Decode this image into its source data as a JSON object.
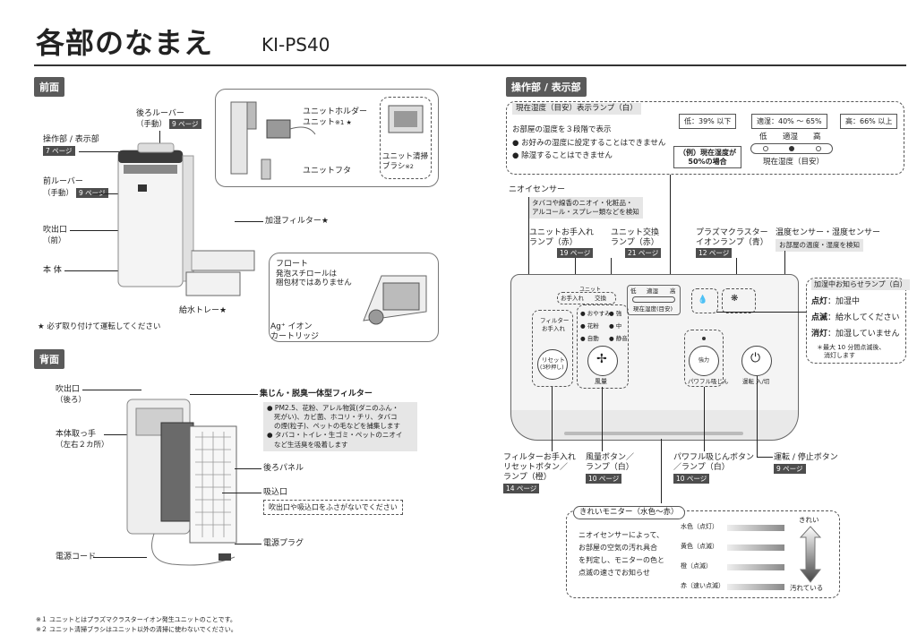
{
  "title": "各部のなまえ",
  "model": "KI-PS40",
  "front": {
    "header": "前面",
    "rear_louver": "後ろルーバー",
    "rear_louver_sub": "（手動）",
    "rear_louver_page": "9 ページ",
    "control_panel": "操作部 / 表示部",
    "control_panel_page": "7 ページ",
    "front_louver": "前ルーバー",
    "front_louver_sub": "（手動）",
    "front_louver_page": "9 ページ",
    "outlet": "吹出口",
    "outlet_sub": "（前）",
    "body": "本 体",
    "unit_holder": "ユニットホルダー",
    "unit": "ユニット",
    "unit_mark": "※1 ★",
    "brush": "ユニット清掃",
    "brush2": "ブラシ",
    "brush_mark": "※2",
    "unit_cover": "ユニットフタ",
    "filter": "加湿フィルター★",
    "float": "フロート",
    "float_note1": "発泡スチロールは",
    "float_note2": "梱包材ではありません",
    "ag_cartridge1": "Ag⁺ イオン",
    "ag_cartridge2": "カートリッジ",
    "water_tray": "給水トレー★",
    "note": "★ 必ず取り付けて運転してください"
  },
  "back": {
    "header": "背面",
    "outlet": "吹出口",
    "outlet_sub": "（後ろ）",
    "handle": "本体取っ手",
    "handle_sub": "（左右２カ所）",
    "filter_title": "集じん・脱臭一体型フィルター",
    "filter_b1": "● PM2.5、花粉、アレル物質(ダニのふん・",
    "filter_b1b": "死がい)、カビ菌、ホコリ・チリ、タバコ",
    "filter_b1c": "の煙(粒子)、ペットの毛などを捕集します",
    "filter_b2": "● タバコ・トイレ・生ゴミ・ペットのニオイ",
    "filter_b2b": "など生活臭を吸着します",
    "rear_panel": "後ろパネル",
    "inlet": "吸込口",
    "inlet_note": "吹出口や吸込口をふさがないでください",
    "plug": "電源プラグ",
    "cord": "電源コード"
  },
  "footnotes": [
    "※１ ユニットとはプラズマクラスターイオン発生ユニットのことです。",
    "※２ ユニット清掃ブラシはユニット以外の清掃に使わないでください。"
  ],
  "panel": {
    "header": "操作部 / 表示部",
    "humidity_lamp": "現在湿度（目安）表示ランプ（白）",
    "humidity_desc": "お部屋の湿度を３段階で表示",
    "humidity_b1": "● お好みの湿度に設定することはできません",
    "humidity_b2": "● 除湿することはできません",
    "level_low": "低：39% 以下",
    "level_mid": "適湿：40% ～ 65%",
    "level_high": "高：66% 以上",
    "scale_low": "低",
    "scale_mid": "適湿",
    "scale_high": "高",
    "scale_label": "現在湿度（目安）",
    "example1": "（例）現在湿度が",
    "example2": "50%の場合",
    "odor_sensor": "ニオイセンサー",
    "odor_desc1": "タバコや線香のニオイ・化粧品・",
    "odor_desc2": "アルコール・スプレー類などを検知",
    "unit_care1": "ユニットお手入れ",
    "unit_care2": "ランプ（赤）",
    "unit_care_page": "19 ページ",
    "unit_replace1": "ユニット交換",
    "unit_replace2": "ランプ（赤）",
    "unit_replace_page": "21 ページ",
    "pci_lamp1": "プラズマクラスター",
    "pci_lamp2": "イオンランプ（青）",
    "pci_page": "12 ページ",
    "temp_sensor": "温度センサー・湿度センサー",
    "temp_desc": "お部屋の温度・湿度を検知",
    "humid_notice": "加湿中お知らせランプ（白）",
    "on_label": "点灯",
    "on_desc": "：加湿中",
    "blink_label": "点滅",
    "blink_desc": "：給水してください",
    "off_label": "消灯",
    "off_desc": "：加湿していません",
    "notice_note1": "＊最大 10 分間点滅後、",
    "notice_note2": "消灯します",
    "dev_unit": "ユニット",
    "dev_care": "お手入れ",
    "dev_replace": "交換",
    "dev_low": "低",
    "dev_mid": "適湿",
    "dev_high": "高",
    "dev_humidity": "現在湿度(目安)",
    "dev_filter1": "フィルター",
    "dev_filter2": "お手入れ",
    "dev_reset1": "リセット",
    "dev_reset2": "(3秒押し)",
    "dev_sleep": "● おやすみ",
    "dev_pollen": "● 花粉",
    "dev_auto": "● 自動",
    "dev_strong": "● 強",
    "dev_medium": "● 中",
    "dev_quiet": "● 静音",
    "dev_fan": "風量",
    "dev_power_suction": "パワフル吸じん",
    "dev_power": "運転 入/切",
    "dev_boost": "強力",
    "filter_reset1": "フィルターお手入れ",
    "filter_reset2": "リセットボタン／",
    "filter_reset3": "ランプ（橙）",
    "filter_reset_page": "14 ページ",
    "fan_btn1": "風量ボタン／",
    "fan_btn2": "ランプ（白）",
    "fan_page": "10 ページ",
    "power_suction1": "パワフル吸じんボタン",
    "power_suction2": "／ランプ（白）",
    "power_suction_page": "10 ページ",
    "power_btn": "運転 / 停止ボタン",
    "power_page": "9 ページ",
    "monitor": "きれいモニター（水色～赤）",
    "monitor_d1": "ニオイセンサーによって、",
    "monitor_d2": "お部屋の空気の汚れ具合",
    "monitor_d3": "を判定し、モニターの色と",
    "monitor_d4": "点滅の速さでお知らせ",
    "color1": "水色（点灯）",
    "color2": "黄色（点滅）",
    "color3": "橙（点滅）",
    "color4": "赤（速い点滅）",
    "clean": "きれい",
    "dirty": "汚れている"
  },
  "colors": {
    "header_bg": "#5a5a5a",
    "page_ref_bg": "#4d4d4d",
    "shade": "#e6e6e6"
  }
}
